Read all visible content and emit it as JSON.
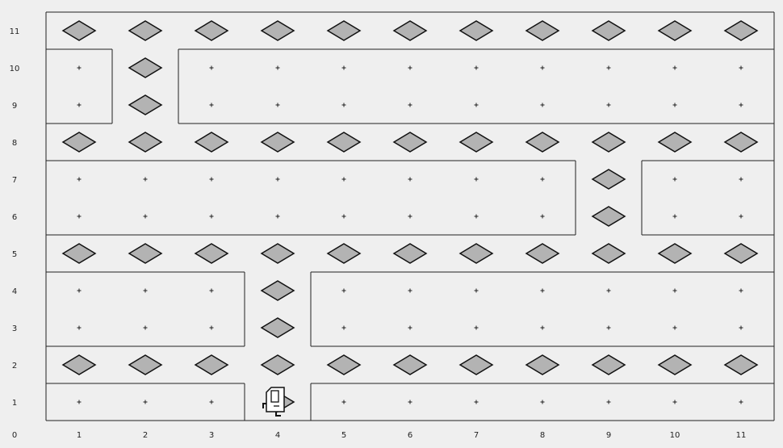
{
  "world": {
    "columns": 11,
    "rows": 11,
    "x_axis_labels": [
      "0",
      "1",
      "2",
      "3",
      "4",
      "5",
      "6",
      "7",
      "8",
      "9",
      "10",
      "11"
    ],
    "y_axis_labels": [
      "1",
      "2",
      "3",
      "4",
      "5",
      "6",
      "7",
      "8",
      "9",
      "10",
      "11"
    ],
    "horizontal_streets": [
      2,
      5,
      8,
      11
    ],
    "vertical_connectors": [
      {
        "column": 4,
        "rows": [
          1,
          3,
          4
        ]
      },
      {
        "column": 9,
        "rows": [
          6,
          7
        ]
      },
      {
        "column": 2,
        "rows": [
          9,
          10
        ]
      }
    ],
    "robot": {
      "column": 4,
      "row": 1,
      "facing": "east"
    }
  },
  "colors": {
    "background": "#efefef",
    "wall": "#222222",
    "beeper_fill": "#b3b3b3",
    "beeper_stroke": "#111111",
    "corner_mark": "#222222"
  },
  "icons": {
    "beeper": "diamond-icon",
    "corner": "plus-icon",
    "robot": "karel-robot-icon"
  }
}
